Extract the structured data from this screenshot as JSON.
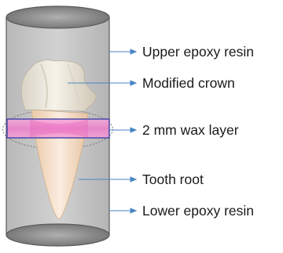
{
  "figure": {
    "labels": {
      "upper_resin": "Upper epoxy resin",
      "crown": "Modified crown",
      "wax_layer": "2 mm wax layer",
      "root": "Tooth root",
      "lower_resin": "Lower epoxy resin"
    },
    "colors": {
      "cylinder_fill": "#c9c9c9",
      "cylinder_stroke": "#5a5a5a",
      "cap_fill": "#8a8a8a",
      "wax_fill": "#f08ad0",
      "leader_line": "#4a86c5",
      "crown_fill": "#ece6d9",
      "root_fill": "#f3dcc2"
    }
  }
}
